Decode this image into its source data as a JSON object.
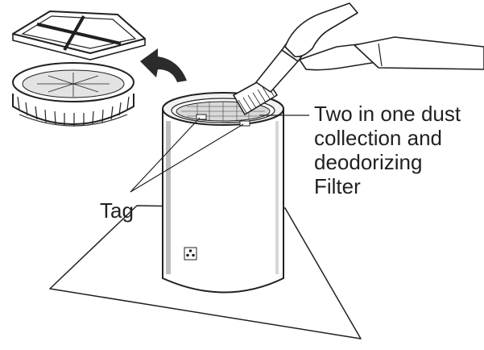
{
  "labels": {
    "filter_lines": [
      "Two in one dust",
      "collection and",
      "deodorizing",
      "Filter"
    ],
    "tag": "Tag"
  },
  "colors": {
    "stroke": "#231f20",
    "fill_light": "#ffffff",
    "fill_grey": "#d9d9d9",
    "arrow": "#2b2b2b"
  },
  "icons": {
    "logo": "sharp-cluster-logo-icon"
  }
}
